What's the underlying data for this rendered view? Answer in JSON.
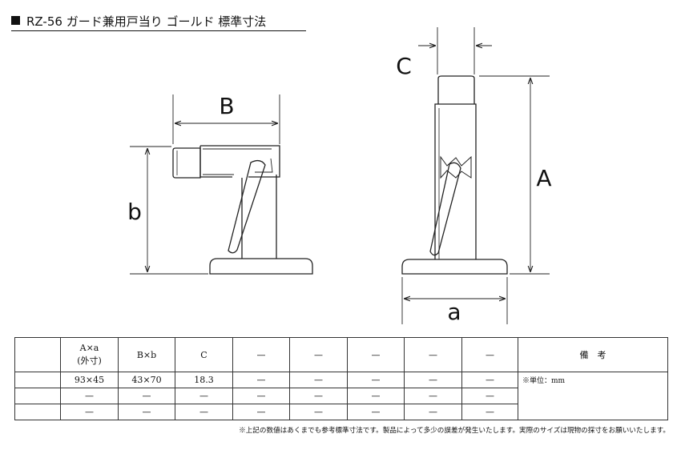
{
  "title": {
    "text": "RZ-56 ガード兼用戸当り ゴールド 標準寸法",
    "marker_icon": "black-square-icon"
  },
  "diagram": {
    "labels": {
      "a_upper": "A",
      "a_lower": "a",
      "b_upper": "B",
      "b_lower": "b",
      "c_upper": "C"
    },
    "line_color": "#222222"
  },
  "table": {
    "header": [
      "",
      "A×a\n(外寸)",
      "B×b",
      "C",
      "—",
      "—",
      "—",
      "—",
      "—",
      "備　考"
    ],
    "rows": [
      [
        "",
        "93×45",
        "43×70",
        "18.3",
        "—",
        "—",
        "—",
        "—",
        "—"
      ],
      [
        "",
        "—",
        "—",
        "—",
        "—",
        "—",
        "—",
        "—",
        "—"
      ],
      [
        "",
        "—",
        "—",
        "—",
        "—",
        "—",
        "—",
        "—",
        "—"
      ]
    ],
    "note": "※単位：mm"
  },
  "footnote": "※上記の数値はあくまでも参考標準寸法です。製品によって多少の誤差が発生いたします。実際のサイズは現物の採寸をお願いいたします。"
}
